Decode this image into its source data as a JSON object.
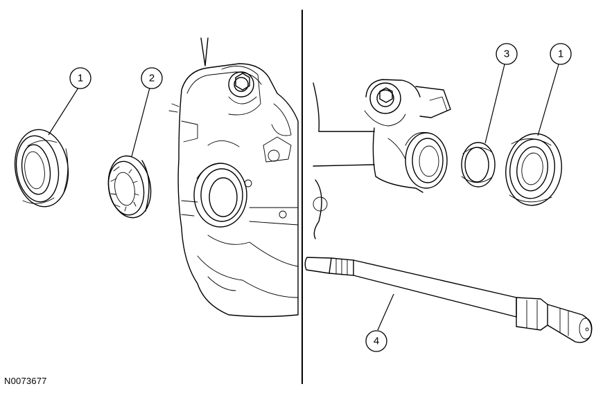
{
  "callouts": [
    {
      "id": "left-seal",
      "label": "1"
    },
    {
      "id": "bearing-retainer",
      "label": "2"
    },
    {
      "id": "bushing",
      "label": "3"
    },
    {
      "id": "right-seal",
      "label": "1"
    },
    {
      "id": "halfshaft",
      "label": "4"
    }
  ],
  "figure_id": "N0073677"
}
